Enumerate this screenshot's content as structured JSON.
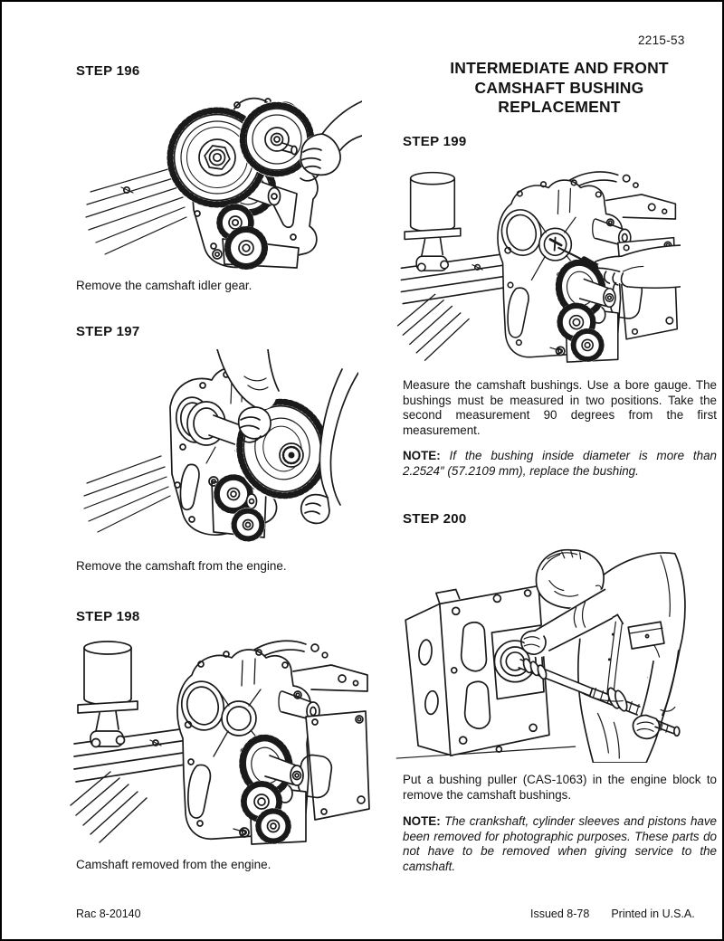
{
  "page": {
    "number": "2215-53",
    "footer": {
      "publication_code": "Rac 8-20140",
      "issued": "Issued 8-78",
      "printed": "Printed in U.S.A."
    }
  },
  "left_column": {
    "steps": [
      {
        "heading": "STEP 196",
        "caption": "Remove the camshaft idler gear."
      },
      {
        "heading": "STEP 197",
        "caption": "Remove the camshaft from the engine."
      },
      {
        "heading": "STEP 198",
        "caption": "Camshaft removed from the engine."
      }
    ]
  },
  "right_column": {
    "section_title_lines": [
      "INTERMEDIATE AND FRONT",
      "CAMSHAFT BUSHING",
      "REPLACEMENT"
    ],
    "steps": [
      {
        "heading": "STEP 199",
        "body": "Measure the camshaft bushings. Use a bore gauge. The bushings must be measured in two positions. Take the second measurement 90 degrees from the first measurement.",
        "note_label": "NOTE:",
        "note_body": "If the bushing inside diameter is more than 2.2524″ (57.2109 mm), replace the bushing."
      },
      {
        "heading": "STEP 200",
        "body": "Put a bushing puller (CAS-1063) in the engine block to remove the camshaft bushings.",
        "note_label": "NOTE:",
        "note_body": "The crankshaft, cylinder sleeves and pistons have been removed for photographic purposes. These parts do not have to be removed when giving service to the camshaft."
      }
    ]
  }
}
